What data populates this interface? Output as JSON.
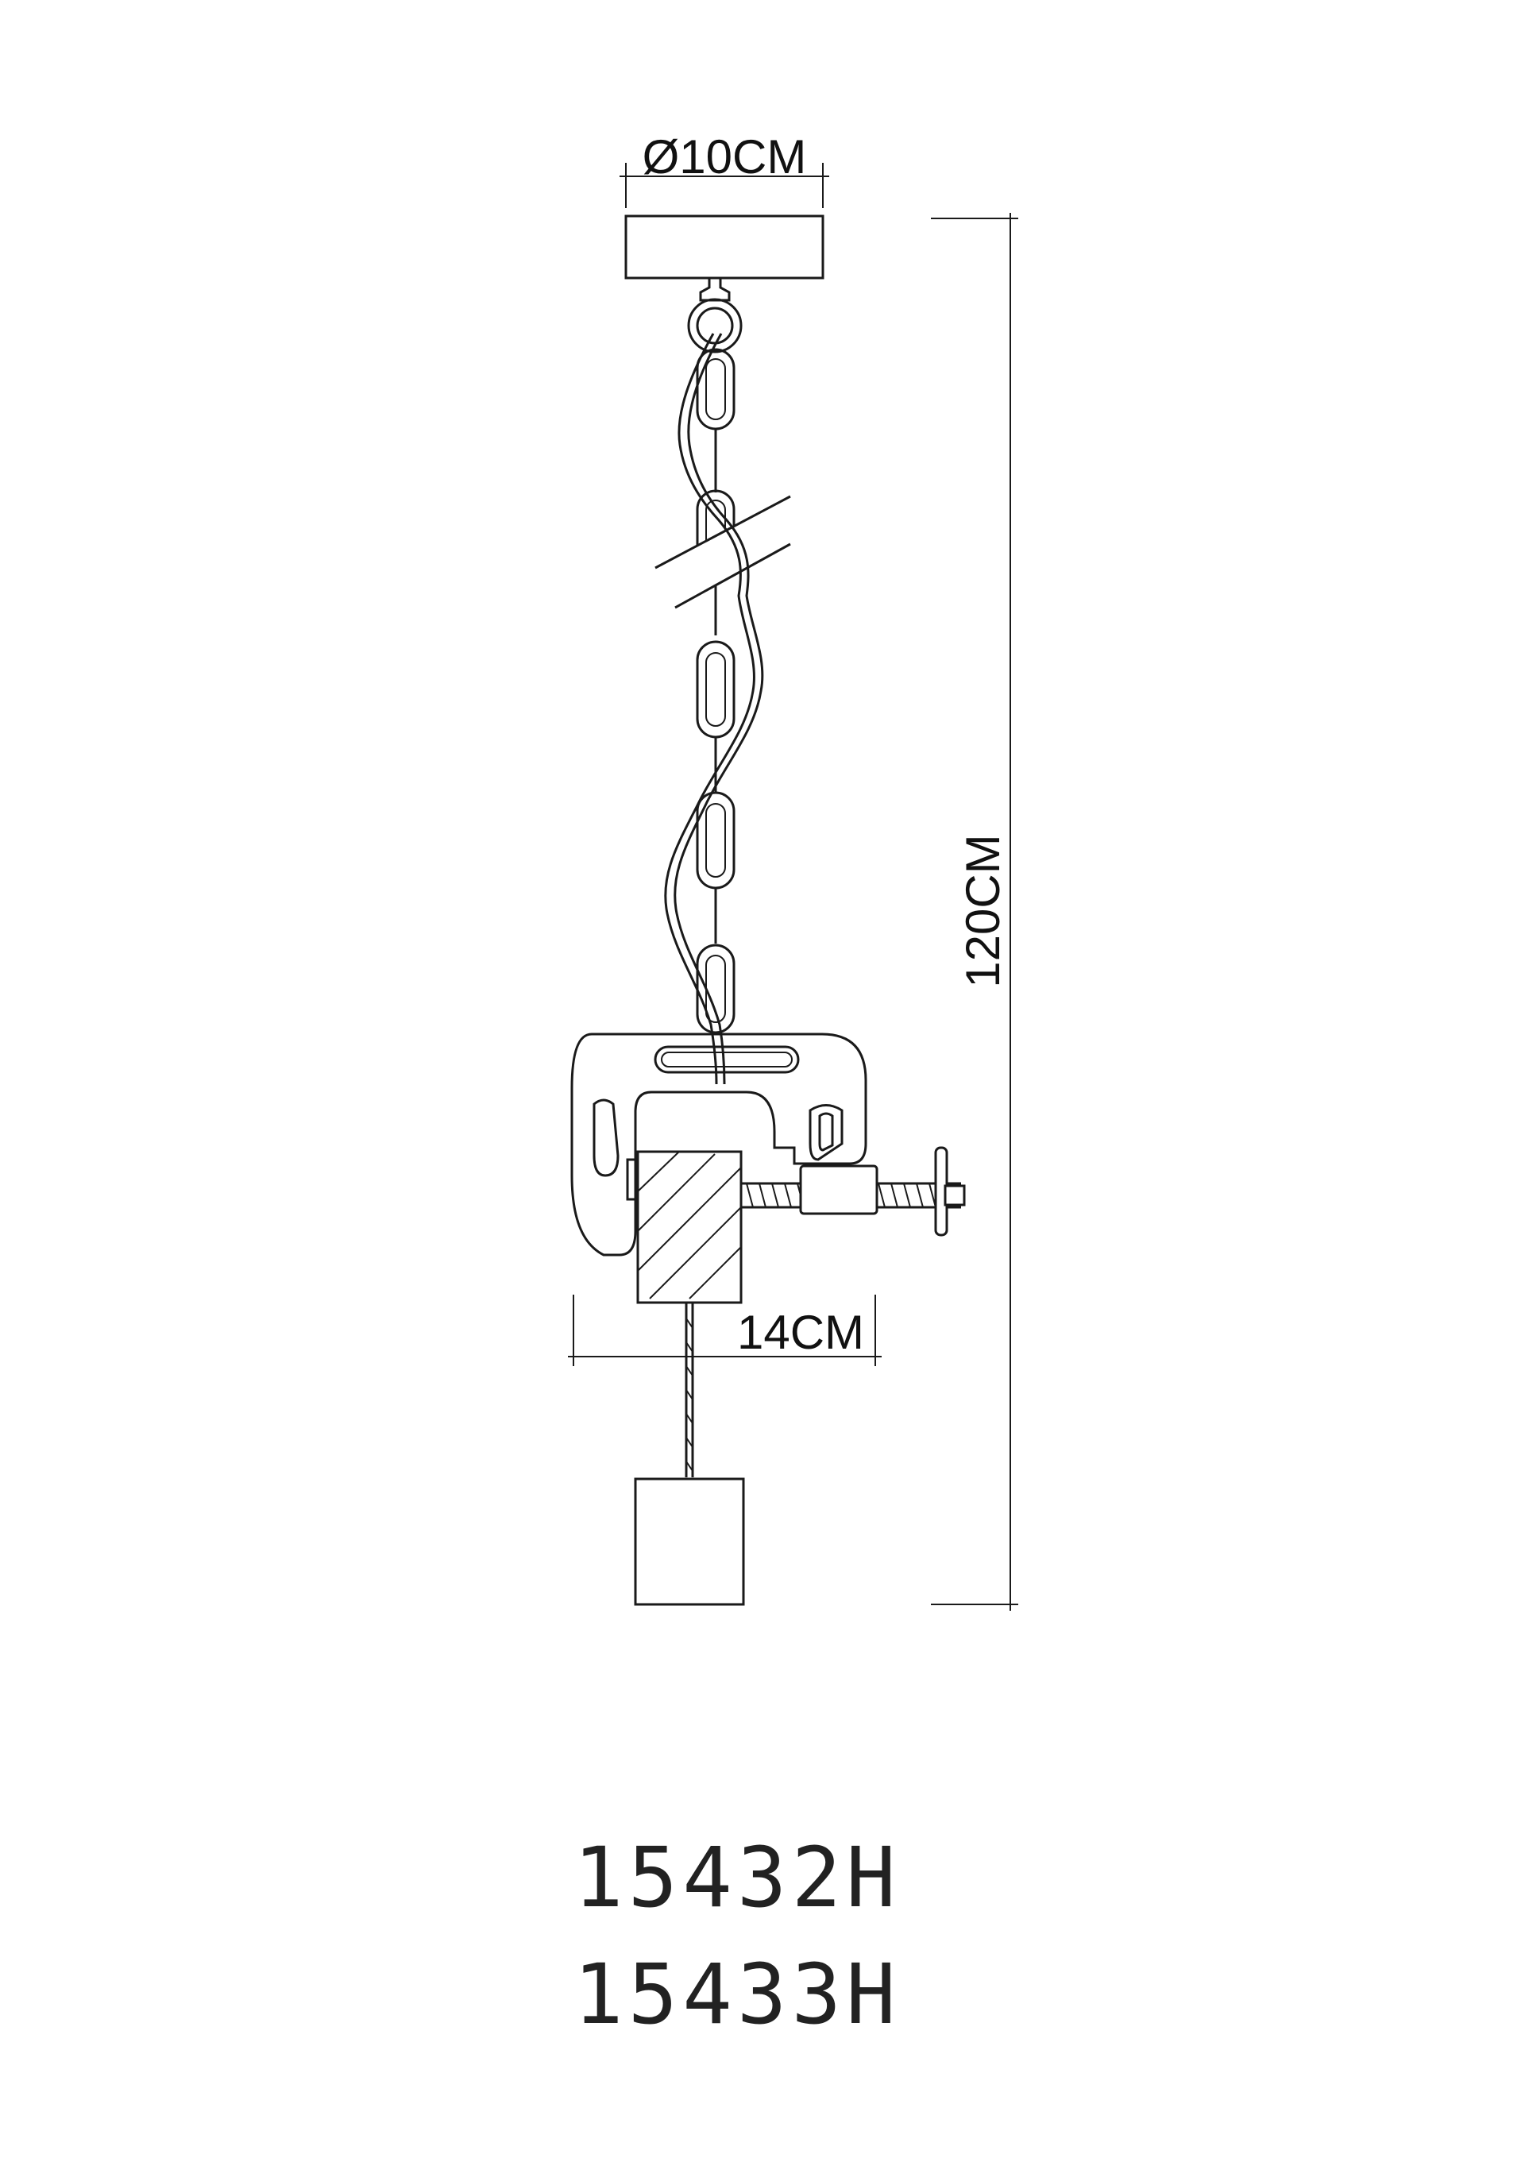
{
  "dimensions": {
    "canopy_diameter": "Ø10CM",
    "total_height": "120CM",
    "clamp_width": "14CM"
  },
  "models": [
    "15432H",
    "15433H"
  ]
}
